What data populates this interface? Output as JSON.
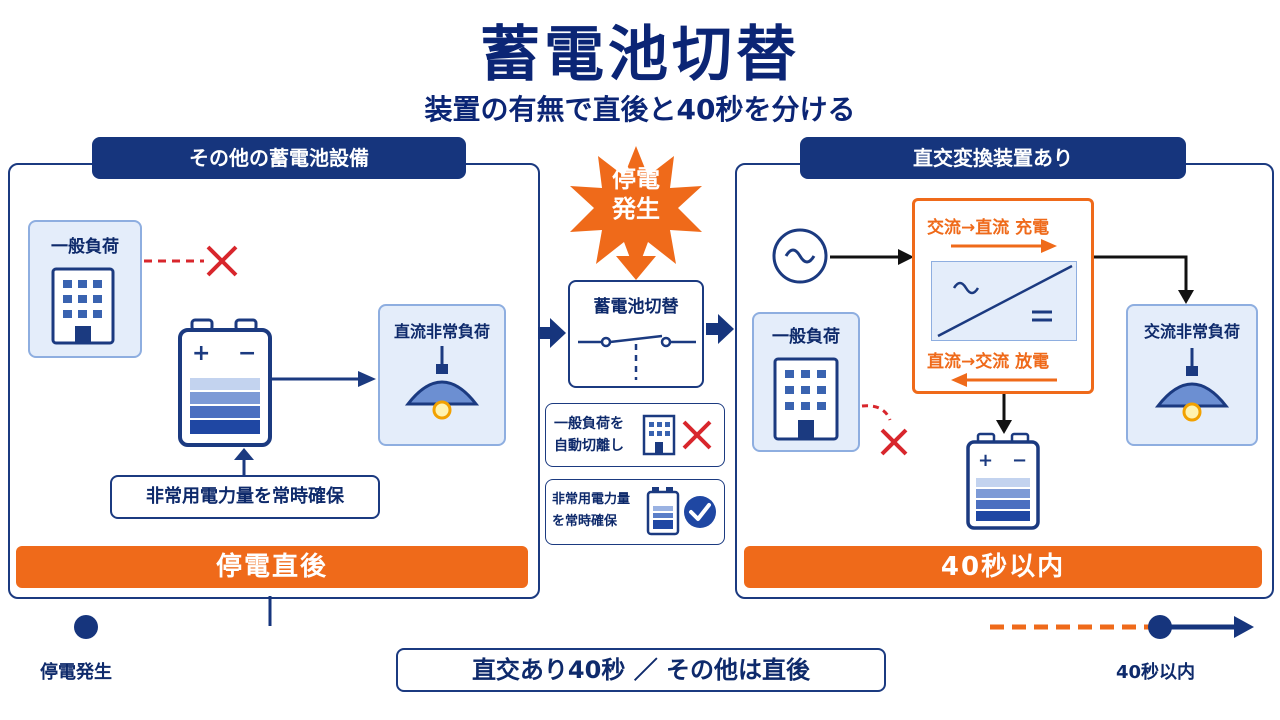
{
  "title": "蓄電池切替",
  "subtitle": "装置の有無で直後と40秒を分ける",
  "left_panel": {
    "header": "その他の蓄電池設備",
    "general_load": "一般負荷",
    "dc_emergency_load": "直流非常負荷",
    "reserve_note": "非常用電力量を常時確保",
    "footer": "停電直後"
  },
  "center": {
    "outage_burst": [
      "停電",
      "発生"
    ],
    "switch_label": "蓄電池切替",
    "note1": [
      "一般負荷を",
      "自動切離し"
    ],
    "note2": [
      "非常用電力量",
      "を常時確保"
    ]
  },
  "right_panel": {
    "header": "直交変換装置あり",
    "ac_to_dc": "交流→直流 充電",
    "dc_to_ac": "直流→交流 放電",
    "general_load": "一般負荷",
    "ac_emergency_load": "交流非常負荷",
    "footer": "40秒以内"
  },
  "timeline": {
    "start_label": "停電発生",
    "end_label": "40秒以内",
    "summary": "直交あり40秒 ／ その他は直後"
  },
  "colors": {
    "navy": "#16357d",
    "orange": "#ef6a1a",
    "red": "#d8262c",
    "light_blue": "#e4edfa"
  }
}
